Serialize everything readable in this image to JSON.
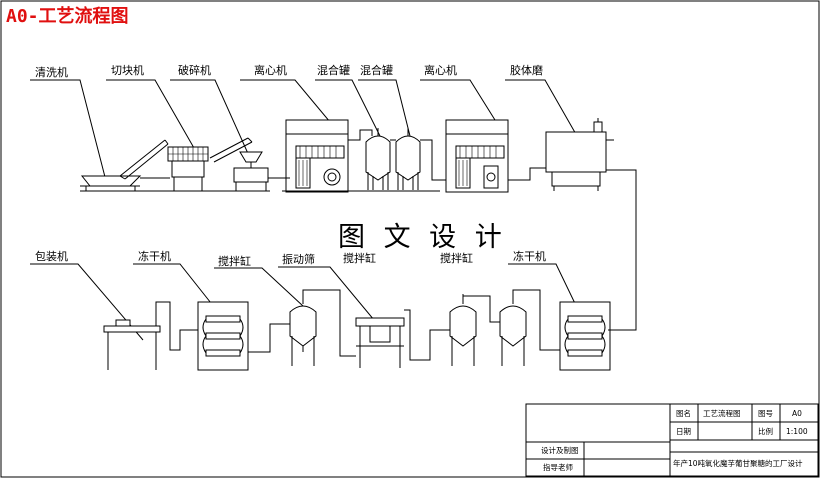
{
  "title": "A0-工艺流程图",
  "watermark": "图 文 设 计",
  "top_row": {
    "labels": [
      "清洗机",
      "切块机",
      "破碎机",
      "离心机",
      "混合罐",
      "混合罐",
      "离心机",
      "胶体磨"
    ]
  },
  "bottom_row": {
    "labels": [
      "包装机",
      "冻干机",
      "搅拌缸",
      "振动筛",
      "搅拌缸",
      "搅拌缸",
      "冻干机"
    ]
  },
  "title_block": {
    "drawing_name_label": "图名",
    "drawing_name": "工艺流程图",
    "drawing_no_label": "图号",
    "drawing_no": "A0",
    "date_label": "日期",
    "scale_label": "比例",
    "scale": "1:100",
    "designer_label": "设计及制图",
    "advisor_label": "指导老师",
    "project": "年产10吨氧化魔芋葡甘聚糖的工厂设计"
  },
  "colors": {
    "title": "#e01010",
    "line": "#000000"
  }
}
